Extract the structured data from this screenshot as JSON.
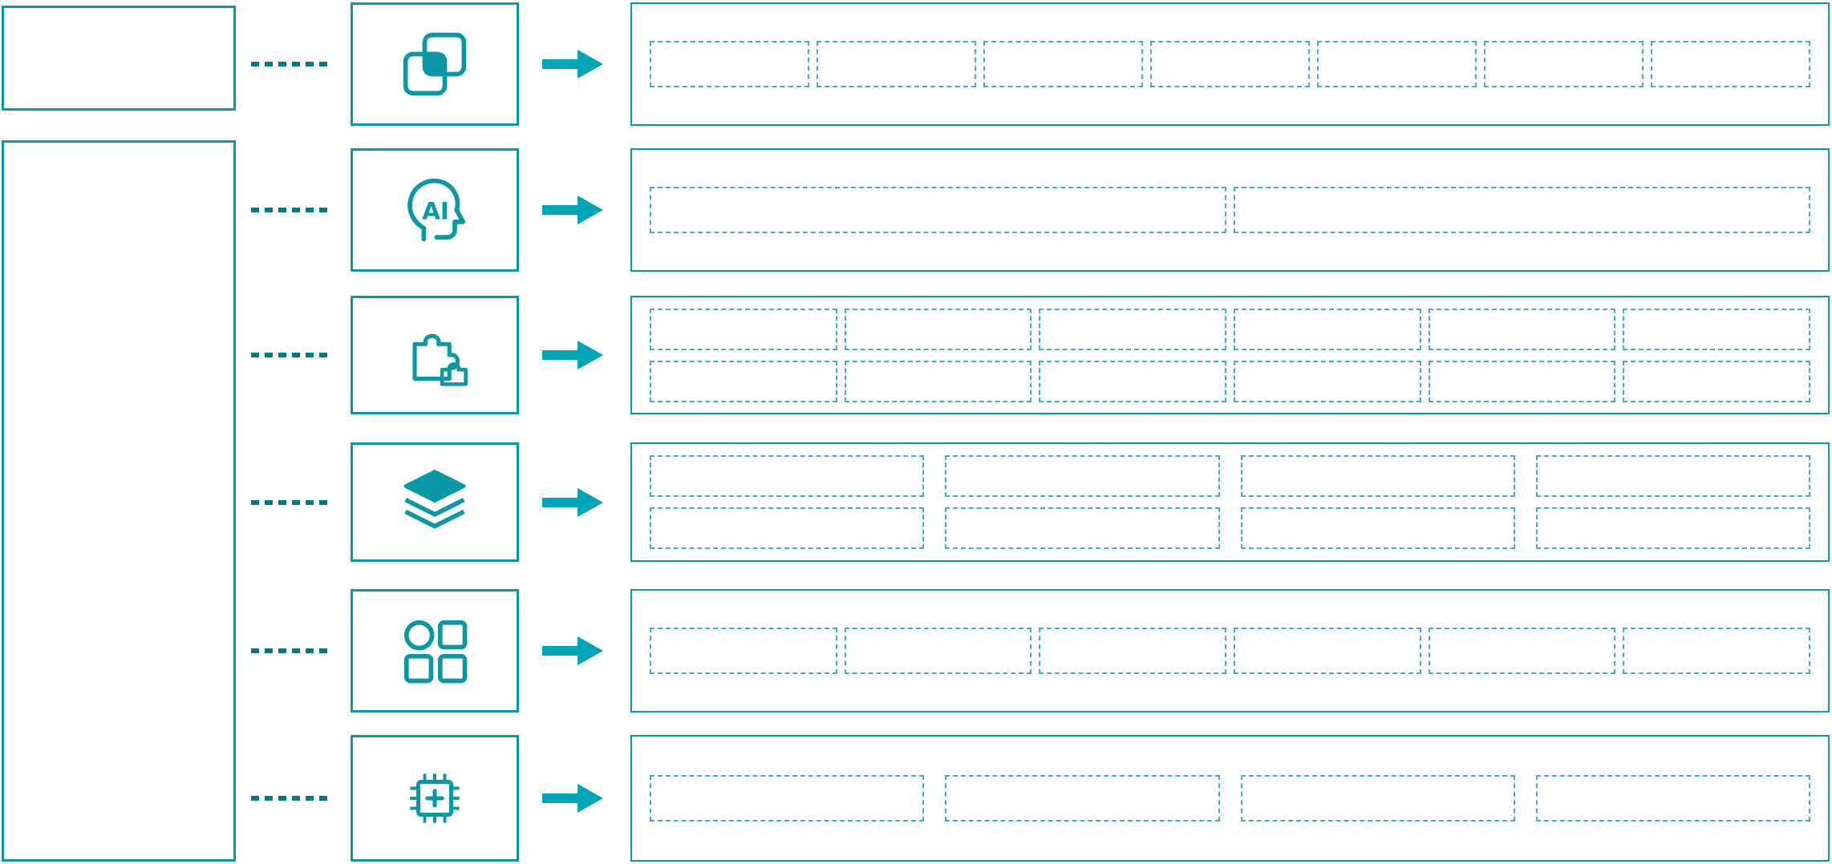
{
  "palette": {
    "primary": "#0b97a6",
    "dashed": "#3fadbc",
    "connector": "#00798a",
    "arrow": "#00a5b8",
    "bg": "#ffffff"
  },
  "arrow_icon": "arrow-right-icon",
  "left_panel": {
    "top_box_icon": "title-box",
    "main_box_icon": "category-panel"
  },
  "rows": [
    {
      "icon": "overlapping-squares-icon",
      "placeholder_rows": [
        7
      ]
    },
    {
      "icon": "ai-head-icon",
      "ai_label": "AI",
      "placeholder_rows": [
        2
      ]
    },
    {
      "icon": "puzzle-icon",
      "placeholder_rows": [
        6,
        6
      ]
    },
    {
      "icon": "layers-icon",
      "placeholder_rows": [
        4,
        4
      ]
    },
    {
      "icon": "app-grid-icon",
      "placeholder_rows": [
        6
      ]
    },
    {
      "icon": "chip-plus-icon",
      "placeholder_rows": [
        4
      ]
    }
  ]
}
